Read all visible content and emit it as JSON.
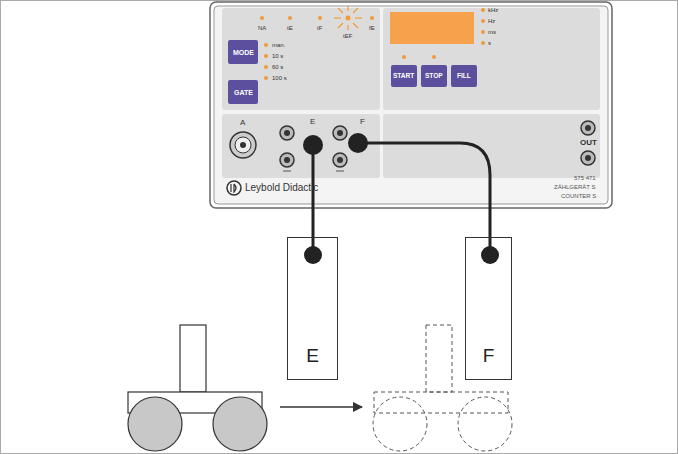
{
  "diagram": {
    "nodes": [
      {
        "text": [
          "E"
        ]
      },
      {
        "text": [
          "F"
        ]
      }
    ],
    "labels": [
      "MODE",
      "GATE",
      "START",
      "STOP",
      "FILL",
      "A",
      "E",
      "F",
      "OUT",
      "Leybold Didactic",
      "575 471",
      "ZÄHLGERÄT S",
      "COUNTER S",
      "NA",
      "tE",
      "tF",
      "tEF",
      "fE",
      "man.",
      "10 s",
      "60 s",
      "100 s",
      "kHz",
      "Hz",
      "ms",
      "s"
    ]
  }
}
